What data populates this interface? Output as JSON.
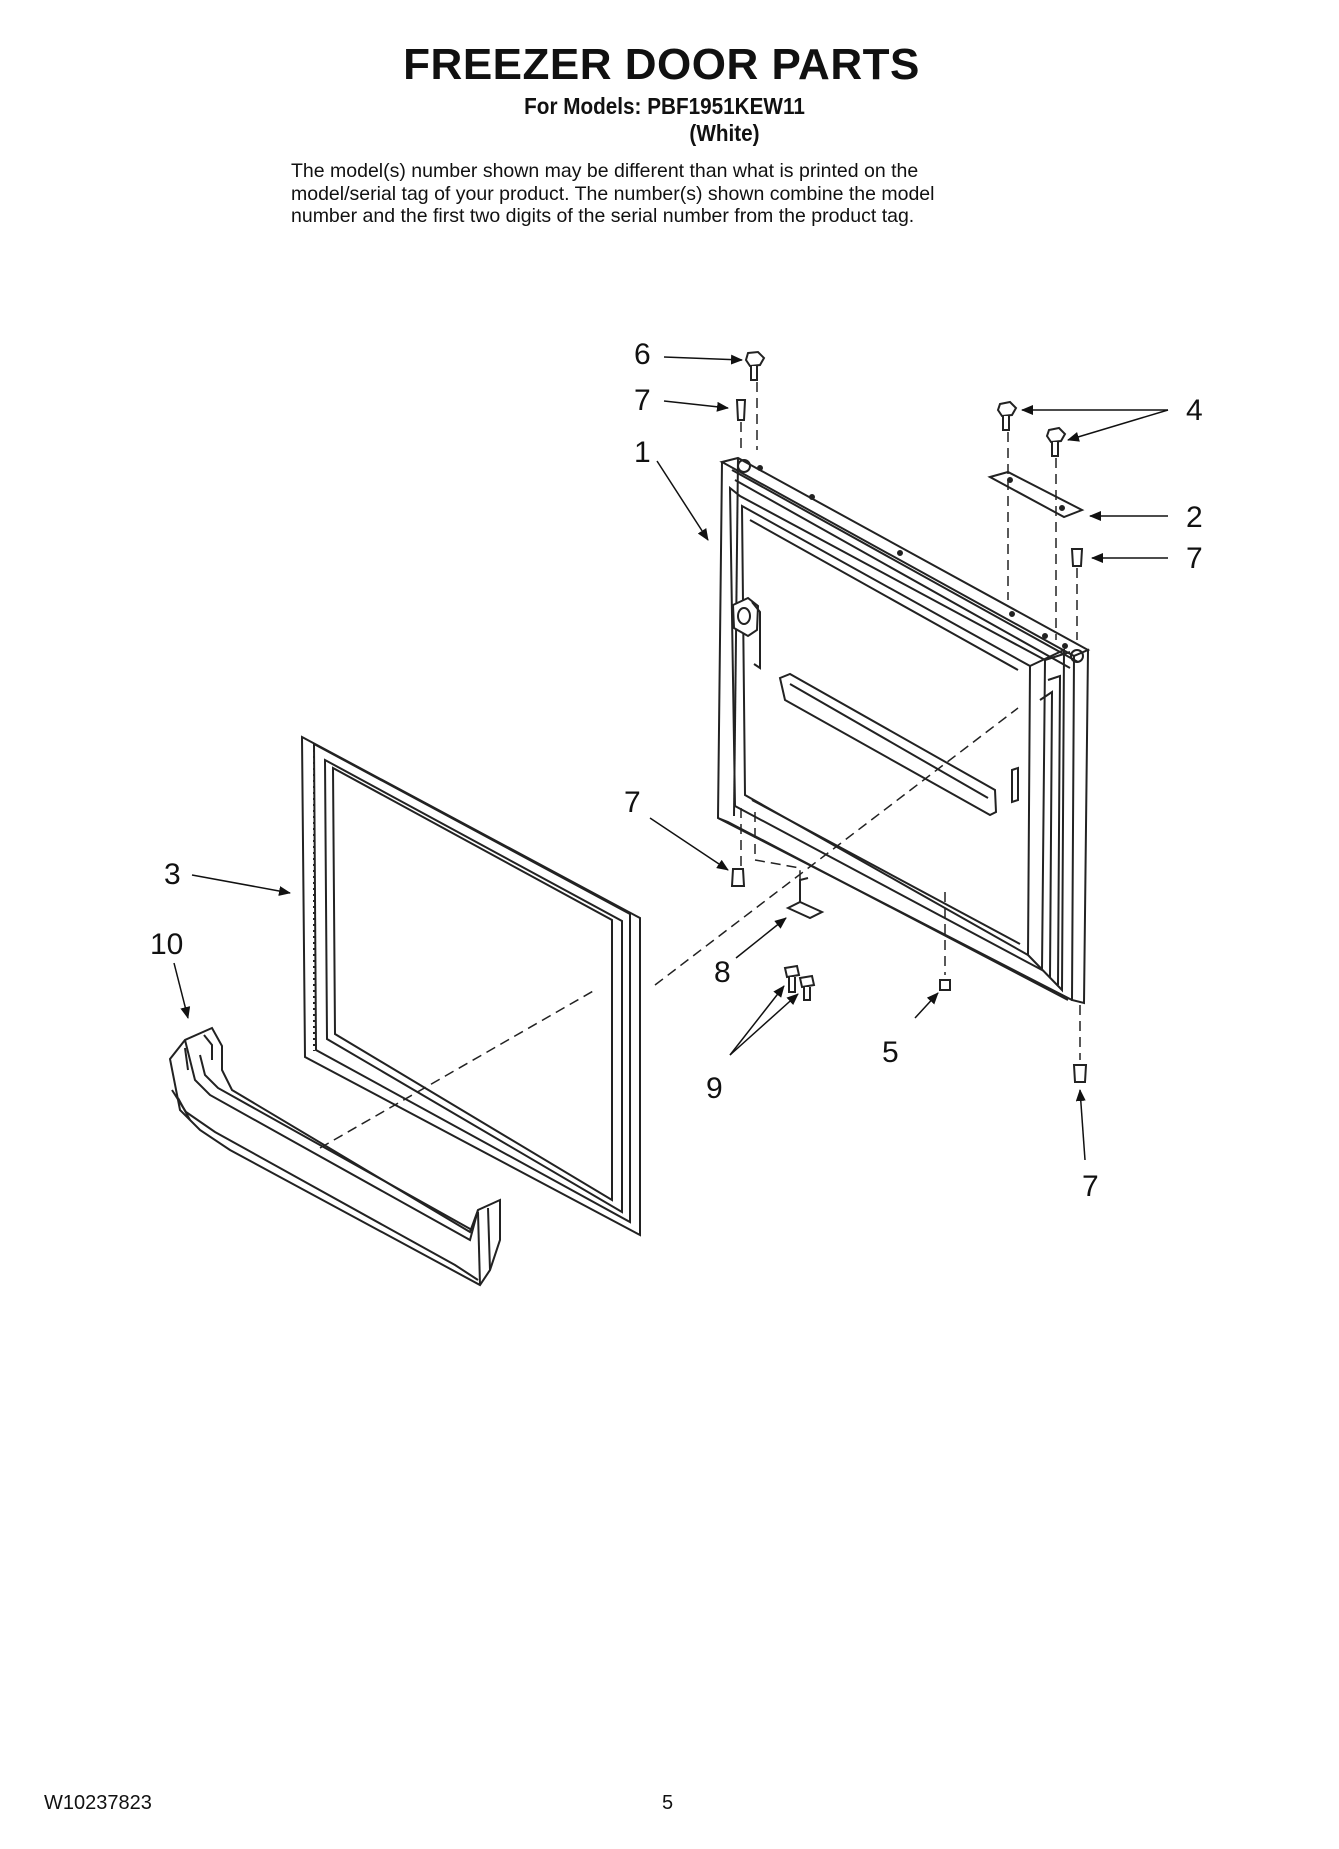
{
  "header": {
    "title": "FREEZER DOOR PARTS",
    "models_line": "For Models: PBF1951KEW11",
    "color_line": "(White)"
  },
  "disclaimer": {
    "line1": "The model(s) number shown may be different than what is printed on the",
    "line2": "model/serial tag of your product. The number(s) shown combine the model",
    "line3": "number and the first two digits of the serial number from the product tag."
  },
  "callouts": {
    "c6": "6",
    "c7_top": "7",
    "c1": "1",
    "c4": "4",
    "c2": "2",
    "c7_right": "7",
    "c7_mid": "7",
    "c3": "3",
    "c10": "10",
    "c8": "8",
    "c5": "5",
    "c9": "9",
    "c7_bottom": "7"
  },
  "footer": {
    "doc_number": "W10237823",
    "page_number": "5"
  }
}
